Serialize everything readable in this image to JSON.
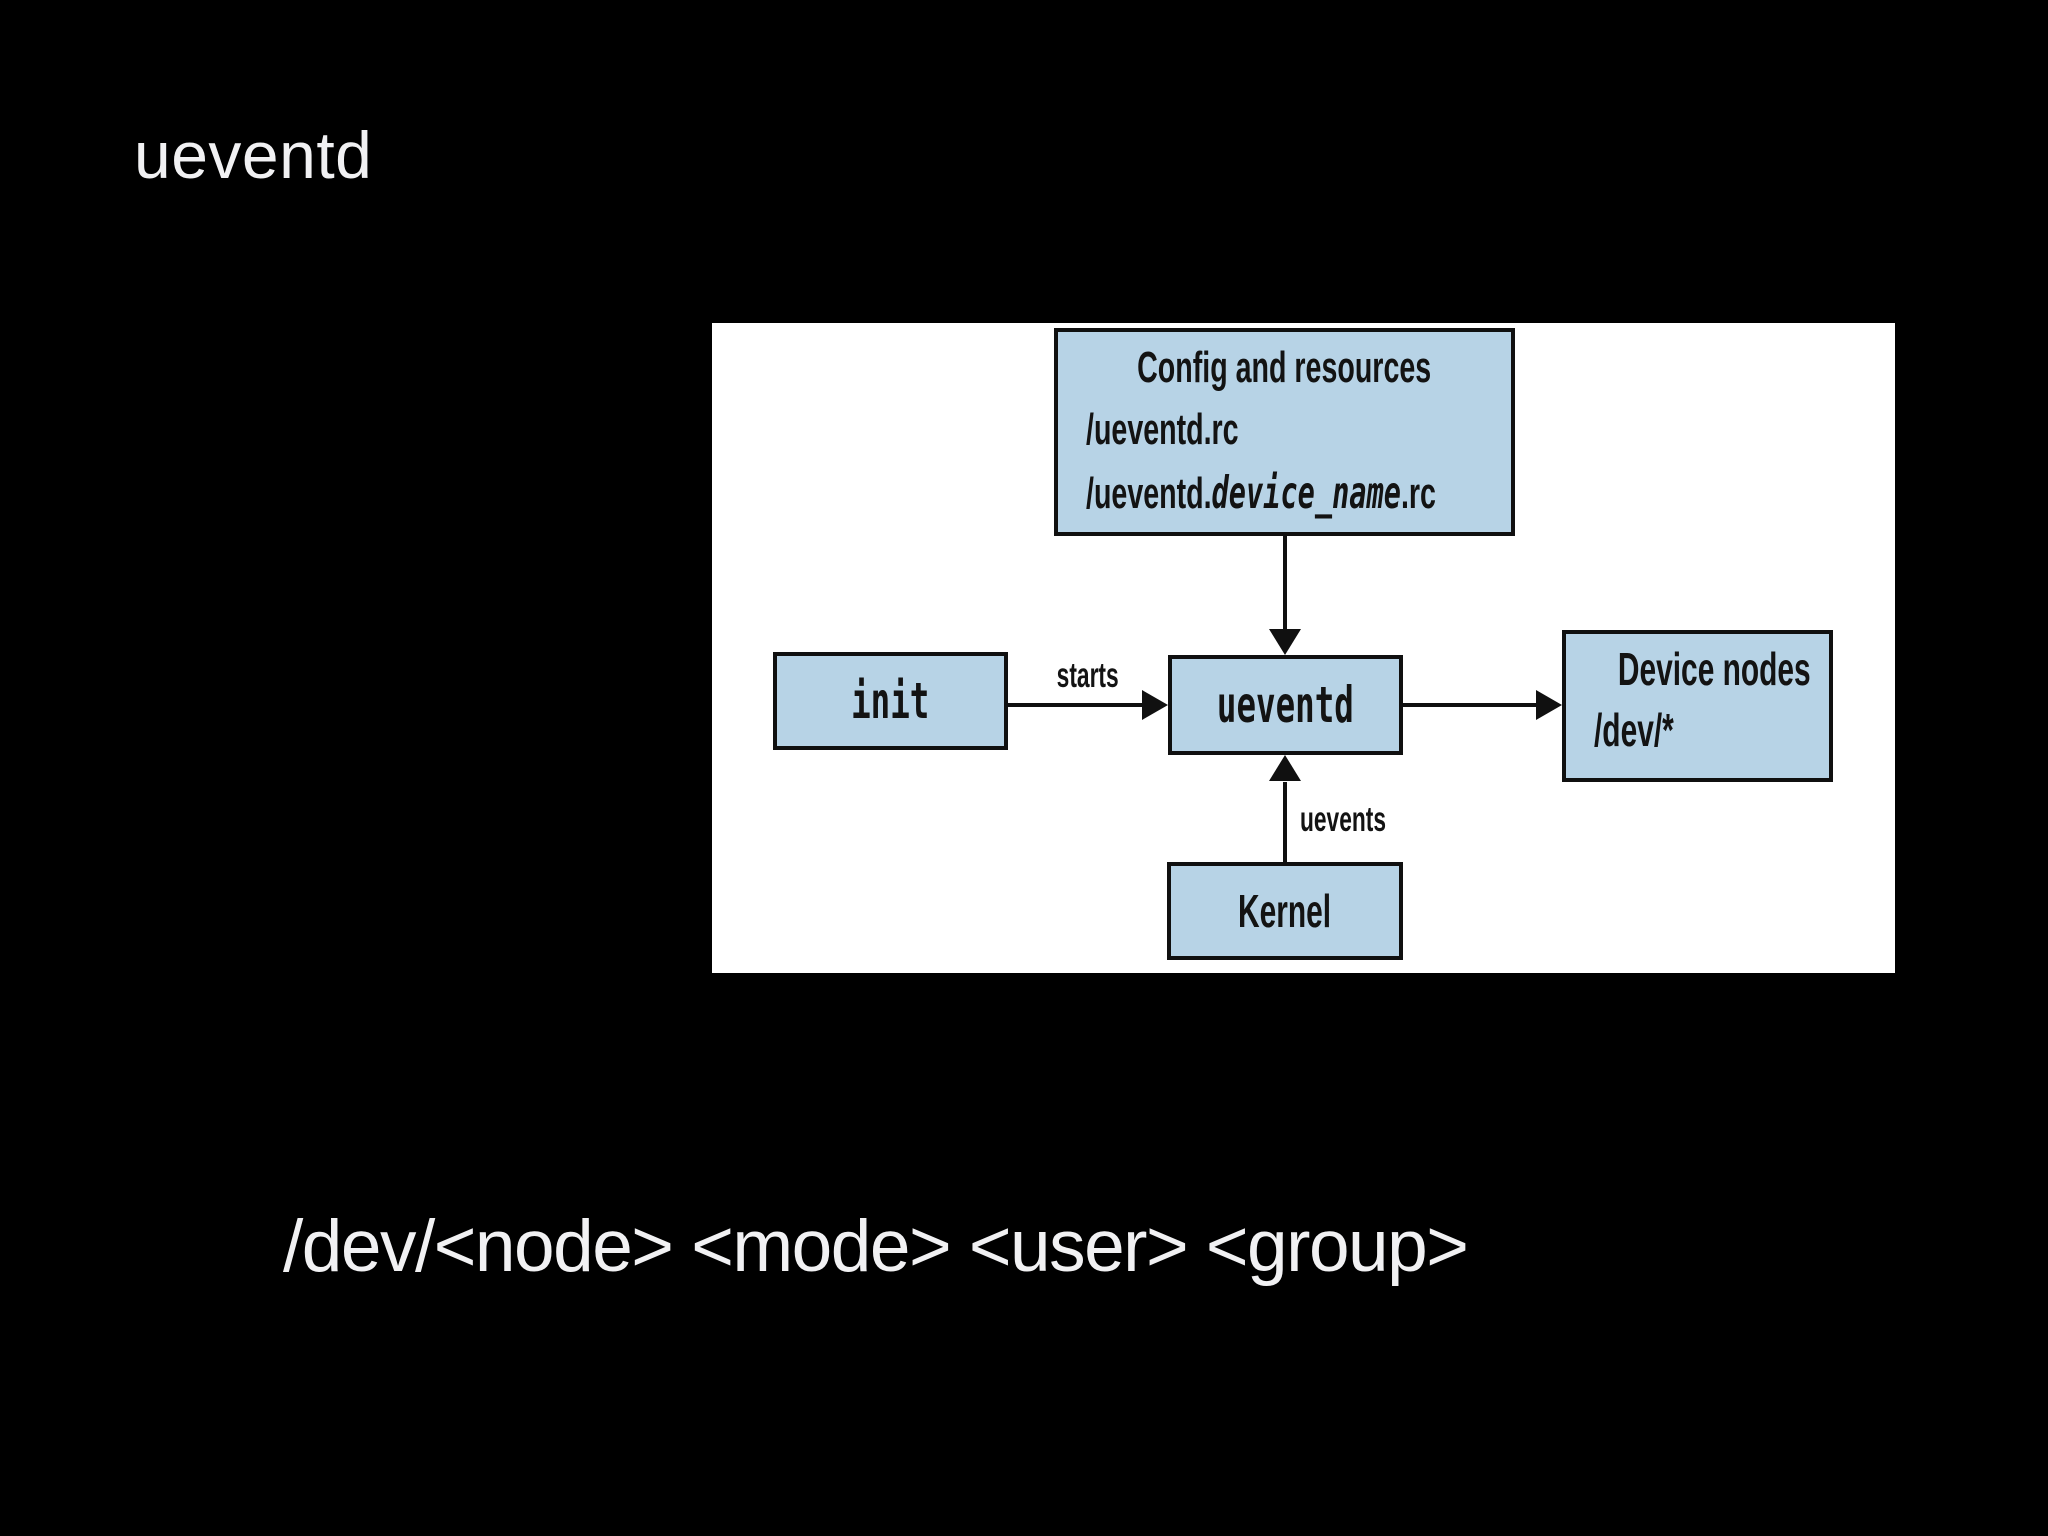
{
  "slide": {
    "title": "ueventd",
    "footer_code": "/dev/<node> <mode> <user> <group>"
  },
  "diagram": {
    "config_box": {
      "title": "Config and resources",
      "line1": "/ueventd.rc",
      "line2_prefix": "/ueventd.",
      "line2_var": "device_name",
      "line2_suffix": ".rc"
    },
    "init_box": {
      "label": "init"
    },
    "ueventd_box": {
      "label": "ueventd"
    },
    "device_box": {
      "title": "Device nodes",
      "line1": "/dev/*"
    },
    "kernel_box": {
      "label": "Kernel"
    },
    "edge_labels": {
      "starts": "starts",
      "uevents": "uevents"
    }
  },
  "colors": {
    "slide_bg": "#000000",
    "slide_text": "#f1f1f3",
    "panel_bg": "#ffffff",
    "node_fill": "#b7d3e6",
    "node_border": "#101010",
    "diagram_text": "#131313"
  }
}
